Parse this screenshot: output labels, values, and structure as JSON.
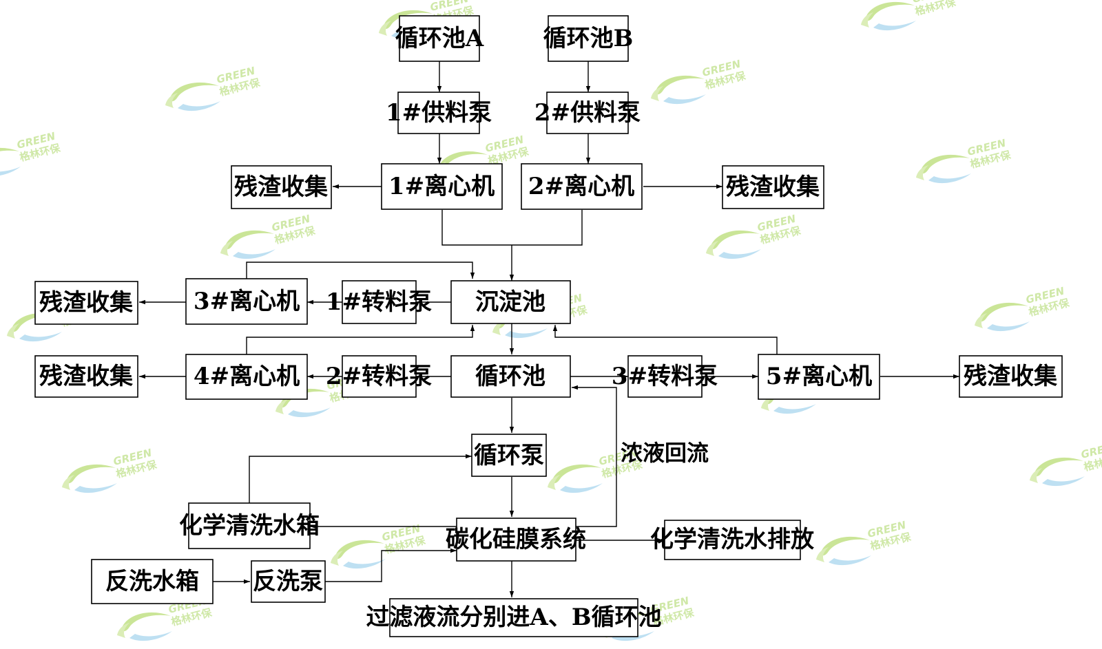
{
  "diagram": {
    "nodes": {
      "pool_a": "循环池A",
      "pool_b": "循环池B",
      "feed_pump_1": "1#供料泵",
      "feed_pump_2": "2#供料泵",
      "centrifuge_1": "1#离心机",
      "centrifuge_2": "2#离心机",
      "residue_1": "残渣收集",
      "residue_2": "残渣收集",
      "residue_3": "残渣收集",
      "residue_4": "残渣收集",
      "residue_5": "残渣收集",
      "centrifuge_3": "3#离心机",
      "transfer_pump_1": "1#转料泵",
      "sedimentation_tank": "沉淀池",
      "centrifuge_4": "4#离心机",
      "transfer_pump_2": "2#转料泵",
      "circulation_tank": "循环池",
      "transfer_pump_3": "3#转料泵",
      "centrifuge_5": "5#离心机",
      "circulation_pump": "循环泵",
      "chem_wash_tank": "化学清洗水箱",
      "sic_membrane": "碳化硅膜系统",
      "chem_wash_discharge": "化学清洗水排放",
      "backwash_tank": "反洗水箱",
      "backwash_pump": "反洗泵",
      "filtrate_return": "过滤液流分别进A、B循环池"
    },
    "labels": {
      "concentrate_reflux": "浓液回流"
    }
  },
  "watermark": {
    "brand_en": "GREEN",
    "brand_cn": "格林环保",
    "colors": {
      "leaf_green": "#b9dc74",
      "leaf_blue": "#a9d6ee",
      "text": "#bfe08a"
    }
  }
}
